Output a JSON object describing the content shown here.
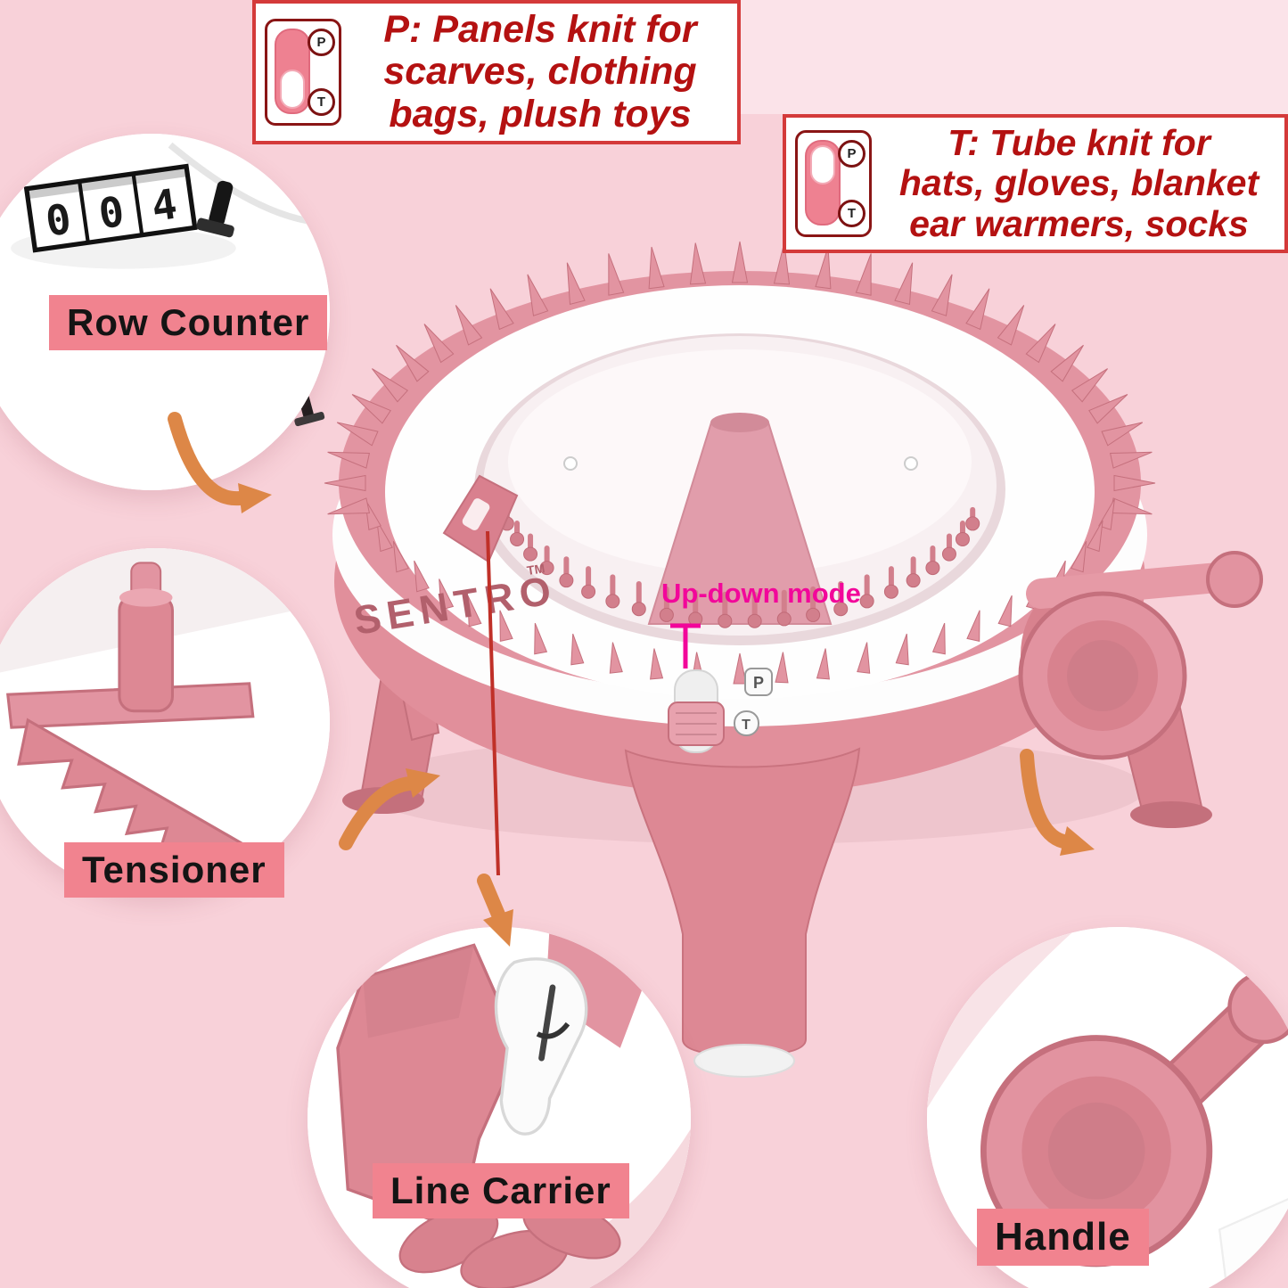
{
  "callouts": {
    "panel": {
      "icon": {
        "top": "P",
        "bottom": "T"
      },
      "lines": [
        "P: Panels knit for",
        "scarves, clothing",
        "bags, plush toys"
      ]
    },
    "tube": {
      "icon": {
        "top": "P",
        "bottom": "T"
      },
      "lines": [
        "T: Tube knit for",
        "hats, gloves, blanket",
        "ear warmers, socks"
      ]
    }
  },
  "part_labels": {
    "row_counter": "Row Counter",
    "tensioner": "Tensioner",
    "line_carrier": "Line Carrier",
    "handle": "Handle"
  },
  "machine": {
    "brand": "SENTRO",
    "trademark": "TM",
    "mode_annotation": "Up-down mode",
    "row_counter_digits": [
      "0",
      "0",
      "4"
    ],
    "mode_switch": {
      "p": "P",
      "t": "T"
    }
  },
  "colors": {
    "background": "#f8d1d9",
    "callout_text": "#b41111",
    "callout_border": "#d43a3a",
    "label_background": "#f1838f",
    "label_text": "#141414",
    "arrow": "#dd8747",
    "annotation_magenta": "#f2079a",
    "machine_pink": "#e294a1",
    "machine_pink_dark": "#c5707d"
  }
}
